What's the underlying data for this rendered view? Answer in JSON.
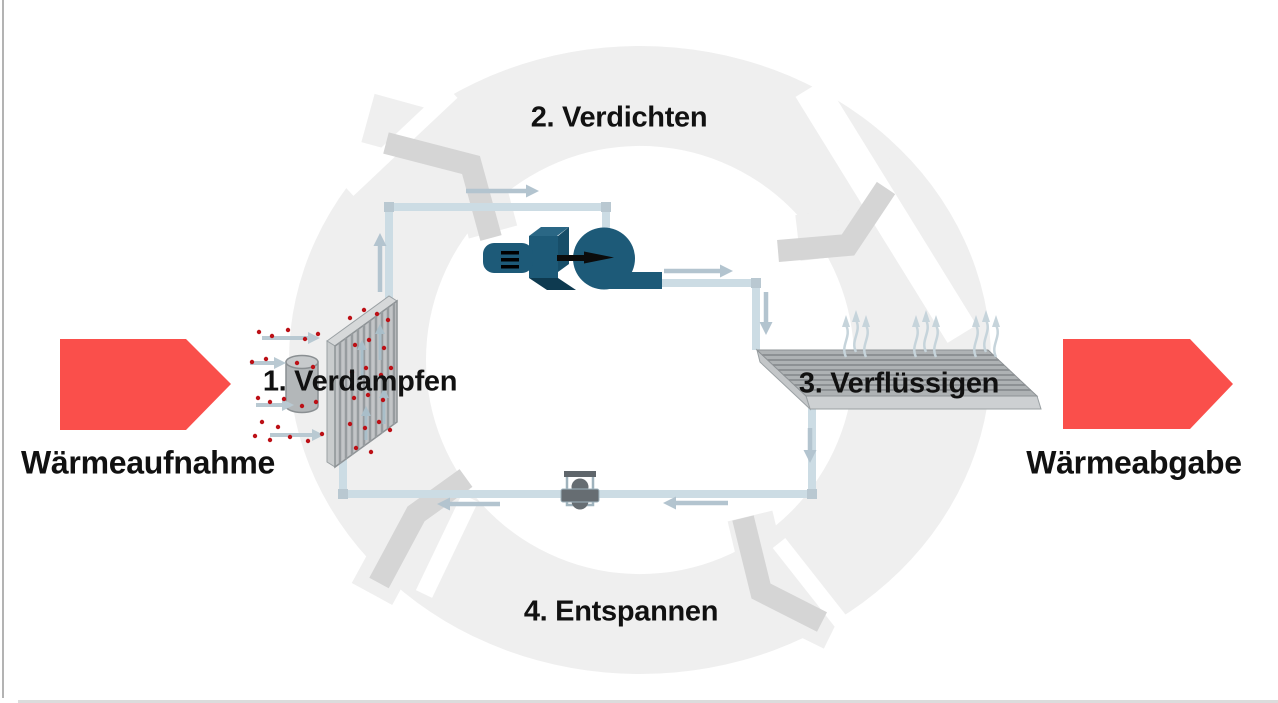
{
  "diagram": {
    "type": "heat-pump-cycle",
    "steps": [
      {
        "id": 1,
        "label": "1. Verdampfen"
      },
      {
        "id": 2,
        "label": "2. Verdichten"
      },
      {
        "id": 3,
        "label": "3. Verflüssigen"
      },
      {
        "id": 4,
        "label": "4. Entspannen"
      }
    ],
    "heat_input_label": "Wärmeaufnahme",
    "heat_output_label": "Wärmeabgabe",
    "cycle_direction": "clockwise",
    "icons": [
      "evaporator-icon",
      "fan-icon",
      "compressor-icon",
      "condenser-icon",
      "expansion-valve-icon",
      "heat-in-arrow-icon",
      "heat-out-arrow-icon",
      "cycle-ring-chevron-icon",
      "flow-arrow-icon",
      "heat-rise-arrow-icon",
      "heat-particle-dot-icon"
    ],
    "colors": {
      "accent_red": "#fa4f4b",
      "machine_teal": "#1d5a78",
      "machine_teal_dark": "#0e3a50",
      "ring_gray": "#efefef",
      "chevron_gray": "#d5d5d5",
      "pipe_blue": "#ccdce4",
      "pipe_arrow_blue": "#b3c4cf",
      "metal_gray": "#b5b8ba",
      "particle_red": "#bc1016",
      "text_black": "#111111",
      "background": "#ffffff"
    }
  }
}
